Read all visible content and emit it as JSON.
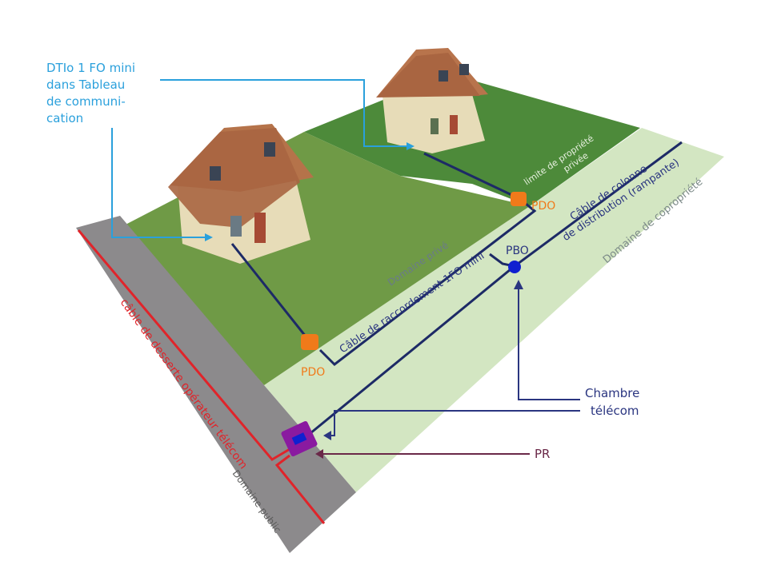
{
  "labels": {
    "dtio": [
      "DTIo 1 FO mini",
      "dans Tableau",
      "de communi-",
      "cation"
    ],
    "pdo_left": "PDO",
    "pdo_right": "PDO",
    "pbo": "PBO",
    "limite": [
      "limite de propriété",
      "privée"
    ],
    "colonne": [
      "Câble de colonne",
      "de distribution (rampante)"
    ],
    "raccordement": "Câble de raccordement 1FO mini",
    "domaine_prive": "Domaine privé",
    "domaine_copro": "Domaine de copropriété",
    "desserte": "câble de desserte opérateur télécom",
    "domaine_public": "Domaine public",
    "chambre": [
      "Chambre",
      "télécom"
    ],
    "pr": "PR"
  },
  "colors": {
    "callout_blue": "#2aa0dc",
    "cable_navy": "#1d2a66",
    "pdo_orange": "#f07a1a",
    "pbo_blue": "#1020d0",
    "red_cable": "#e0242a",
    "pr_purple": "#8a1aa0",
    "pr_arrow": "#6a2848"
  }
}
